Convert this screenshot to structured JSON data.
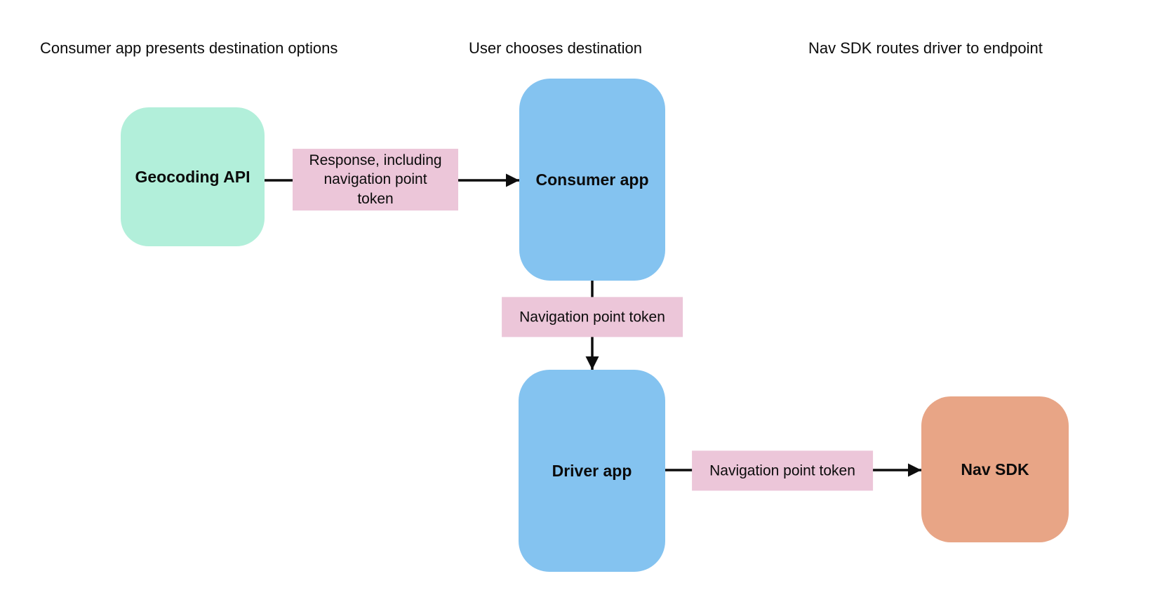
{
  "diagram": {
    "type": "flowchart",
    "background_color": "#ffffff",
    "text_color": "#0b0b0b",
    "arrow_color": "#0d0d0d",
    "edge_label_fill": "#ecc6d9",
    "stage_headings": [
      {
        "text": "Consumer app presents destination options"
      },
      {
        "text": "User chooses destination"
      },
      {
        "text": "Nav SDK routes driver to endpoint"
      }
    ],
    "nodes": [
      {
        "id": "geocoding-api",
        "label": "Geocoding API",
        "fill": "#b2efda"
      },
      {
        "id": "consumer-app",
        "label": "Consumer app",
        "fill": "#84c3f0"
      },
      {
        "id": "driver-app",
        "label": "Driver app",
        "fill": "#84c3f0"
      },
      {
        "id": "nav-sdk",
        "label": "Nav SDK",
        "fill": "#e8a586"
      }
    ],
    "edges": [
      {
        "from": "geocoding-api",
        "to": "consumer-app",
        "label": "Response, including\nnavigation point\ntoken",
        "label_fill": "#ecc6d9"
      },
      {
        "from": "consumer-app",
        "to": "driver-app",
        "label": "Navigation point token",
        "label_fill": "#ecc6d9"
      },
      {
        "from": "driver-app",
        "to": "nav-sdk",
        "label": "Navigation point token",
        "label_fill": "#ecc6d9"
      }
    ]
  }
}
